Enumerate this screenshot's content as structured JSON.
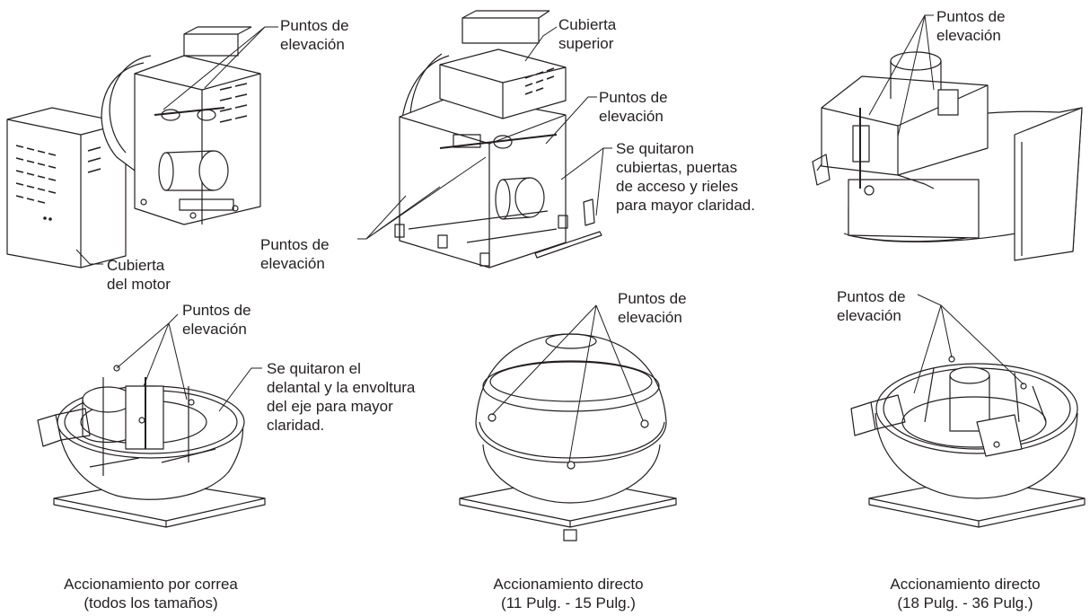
{
  "fans": [
    {
      "id": "belt-inline",
      "labels": {
        "lift": [
          "Puntos de",
          "elevación"
        ],
        "motor_cover": [
          "Cubierta",
          "del motor"
        ]
      }
    },
    {
      "id": "direct-inline",
      "labels": {
        "top_cover": [
          "Cubierta",
          "superior"
        ],
        "lift_top": [
          "Puntos de",
          "elevación"
        ],
        "removed": [
          "Se quitaron",
          "cubiertas, puertas",
          "de acceso y rieles",
          "para mayor claridad."
        ],
        "lift_bottom": [
          "Puntos de",
          "elevación"
        ]
      }
    },
    {
      "id": "upblast",
      "labels": {
        "lift": [
          "Puntos de",
          "elevación"
        ]
      }
    },
    {
      "id": "roof-belt",
      "labels": {
        "lift": [
          "Puntos de",
          "elevación"
        ],
        "removed": [
          "Se quitaron el",
          "delantal y la envoltura",
          "del eje para mayor",
          "claridad."
        ]
      },
      "caption": [
        "Accionamiento por correa",
        "(todos los tamaños)"
      ]
    },
    {
      "id": "roof-direct-small",
      "labels": {
        "lift": [
          "Puntos de",
          "elevación"
        ]
      },
      "caption": [
        "Accionamiento directo",
        "(11 Pulg. - 15 Pulg.)"
      ]
    },
    {
      "id": "roof-direct-large",
      "labels": {
        "lift": [
          "Puntos de",
          "elevación"
        ]
      },
      "caption": [
        "Accionamiento directo",
        "(18 Pulg. - 36 Pulg.)"
      ]
    }
  ]
}
